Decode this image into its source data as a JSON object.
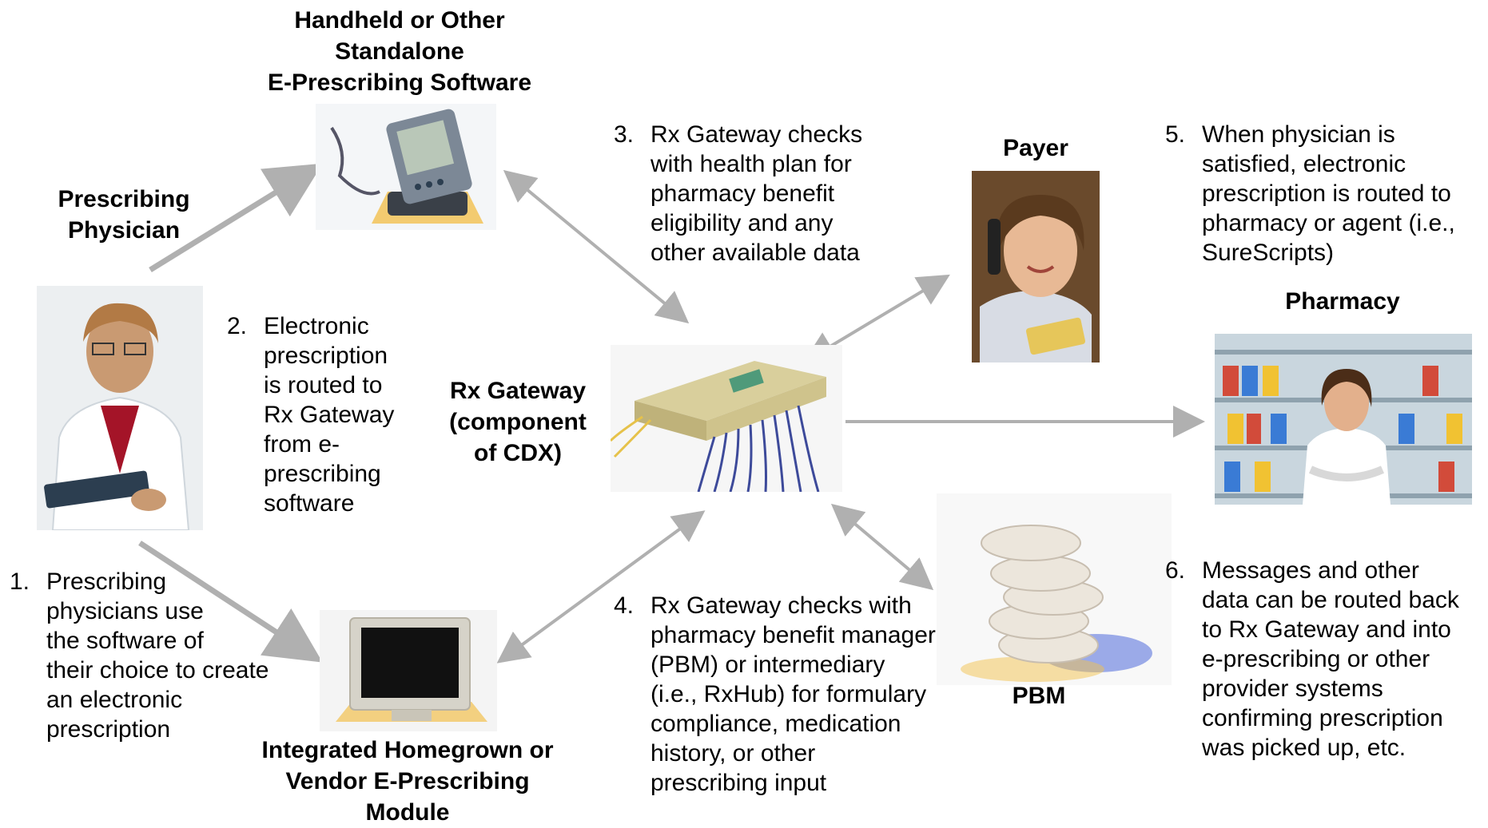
{
  "labels": {
    "handheld": [
      "Handheld or Other",
      "Standalone",
      "E-Prescribing Software"
    ],
    "prescribing_physician": [
      "Prescribing",
      "Physician"
    ],
    "rx_gateway": [
      "Rx Gateway",
      "(component",
      "of CDX)"
    ],
    "payer": "Payer",
    "pharmacy": "Pharmacy",
    "pbm": "PBM",
    "integrated": [
      "Integrated Homegrown or",
      "Vendor E-Prescribing",
      "Module"
    ]
  },
  "steps": [
    {
      "num": "1.",
      "lines": [
        "Prescribing",
        "physicians use",
        "the software of",
        "their choice to create",
        "an electronic",
        "prescription"
      ]
    },
    {
      "num": "2.",
      "lines": [
        "Electronic",
        "prescription",
        "is routed to",
        "Rx Gateway",
        "from e-",
        "prescribing",
        "software"
      ]
    },
    {
      "num": "3.",
      "lines": [
        "Rx Gateway checks",
        "with health plan for",
        "pharmacy benefit",
        "eligibility and any",
        "other available data"
      ]
    },
    {
      "num": "4.",
      "lines": [
        "Rx Gateway checks with",
        "pharmacy benefit manager",
        "(PBM) or intermediary",
        "(i.e., RxHub) for formulary",
        "compliance, medication",
        "history, or other",
        "prescribing input"
      ]
    },
    {
      "num": "5.",
      "lines": [
        "When physician is",
        "satisfied, electronic",
        "prescription is routed to",
        "pharmacy or agent (i.e.,",
        "SureScripts)"
      ]
    },
    {
      "num": "6.",
      "lines": [
        "Messages and other",
        "data can be routed back",
        "to Rx Gateway and into",
        "e-prescribing or other",
        "provider systems",
        "confirming prescription",
        "was picked up, etc."
      ]
    }
  ],
  "images": {
    "physician": "physician-photo",
    "handheld": "pda-device",
    "gateway": "network-switch",
    "payer": "payer-woman-on-phone",
    "pharmacy": "pharmacist-photo",
    "pbm": "pill-stack",
    "monitor": "crt-monitor"
  },
  "colors": {
    "arrow": "#b0b0b0"
  }
}
